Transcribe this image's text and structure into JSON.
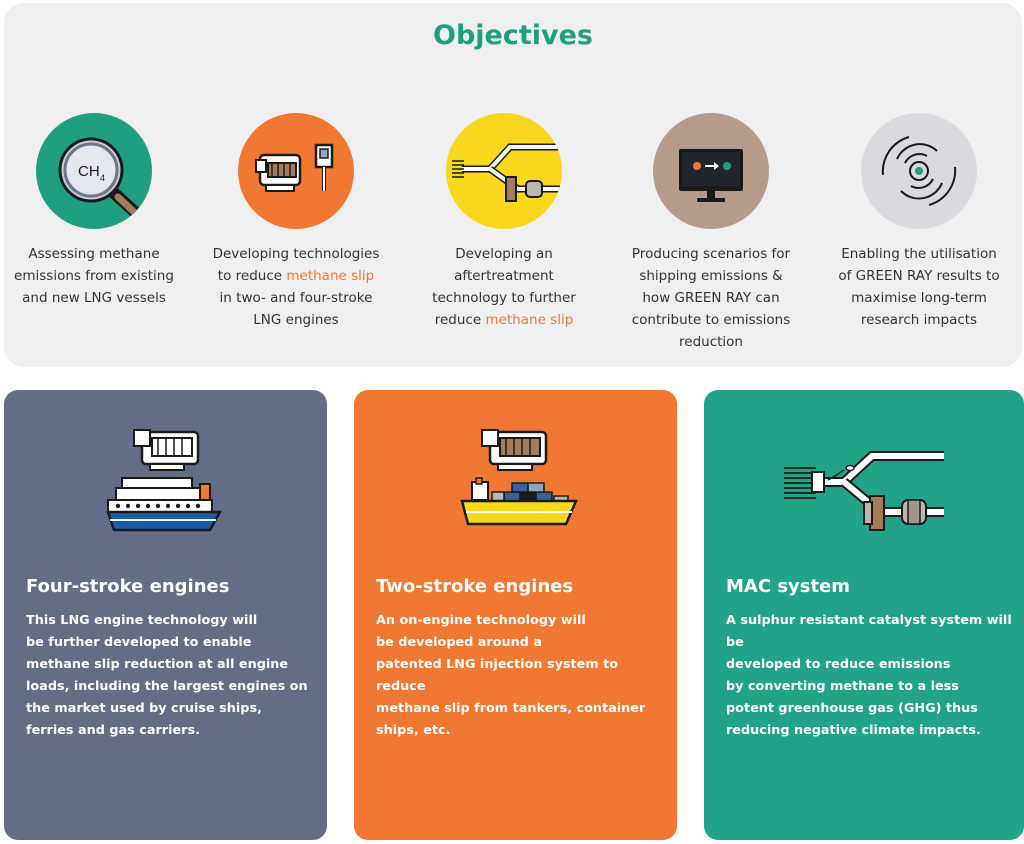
{
  "objectives": {
    "title": "Objectives",
    "items": [
      {
        "icon": "methane-magnifier-icon",
        "circle_color": "#1f9f80",
        "formula": "CH",
        "subscript": "4",
        "lines": [
          [
            {
              "t": "Assessing methane"
            }
          ],
          [
            {
              "t": "emissions from existing"
            }
          ],
          [
            {
              "t": "and new LNG vessels"
            }
          ]
        ]
      },
      {
        "icon": "engine-injector-icon",
        "circle_color": "#f07832",
        "lines": [
          [
            {
              "t": "Developing technologies"
            }
          ],
          [
            {
              "t": "to reduce "
            },
            {
              "t": "methane slip",
              "hl": true
            }
          ],
          [
            {
              "t": "in two- and four-stroke"
            }
          ],
          [
            {
              "t": "LNG engines"
            }
          ]
        ]
      },
      {
        "icon": "aftertreatment-pipe-icon",
        "circle_color": "#f9d71c",
        "lines": [
          [
            {
              "t": "Developing an"
            }
          ],
          [
            {
              "t": "aftertreatment"
            }
          ],
          [
            {
              "t": "technology to further"
            }
          ],
          [
            {
              "t": "reduce "
            },
            {
              "t": "methane slip",
              "hl": true
            }
          ]
        ]
      },
      {
        "icon": "monitor-scenario-icon",
        "circle_color": "#b59b8b",
        "lines": [
          [
            {
              "t": "Producing scenarios for"
            }
          ],
          [
            {
              "t": "shipping emissions &"
            }
          ],
          [
            {
              "t": "how GREEN RAY can"
            }
          ],
          [
            {
              "t": "contribute to emissions"
            }
          ],
          [
            {
              "t": "reduction"
            }
          ]
        ]
      },
      {
        "icon": "radiating-rings-icon",
        "circle_color": "#d9d9de",
        "lines": [
          [
            {
              "t": "Enabling the utilisation"
            }
          ],
          [
            {
              "t": "of GREEN RAY results to"
            }
          ],
          [
            {
              "t": "maximise long-term"
            }
          ],
          [
            {
              "t": "research impacts"
            }
          ]
        ]
      }
    ]
  },
  "cards": [
    {
      "icon": "engine-cruise-ship-icon",
      "color": "#646d85",
      "title": "Four-stroke engines",
      "lines": [
        "This LNG engine technology will",
        "be further developed to enable",
        "methane slip reduction at all engine",
        "loads, including the largest engines on",
        "the market used by cruise ships,",
        "ferries and gas carriers."
      ]
    },
    {
      "icon": "engine-container-ship-icon",
      "color": "#f07832",
      "title": "Two-stroke engines",
      "lines": [
        "An on-engine technology will",
        "be developed around a",
        "patented LNG injection system to reduce",
        "methane slip from tankers, container",
        "ships, etc."
      ]
    },
    {
      "icon": "catalyst-pipe-icon",
      "color": "#22a286",
      "title": "MAC system",
      "lines": [
        "A sulphur resistant catalyst system will be",
        "developed to reduce emissions",
        "by converting methane to a less",
        "potent greenhouse gas (GHG) thus",
        "reducing negative climate impacts."
      ]
    }
  ]
}
